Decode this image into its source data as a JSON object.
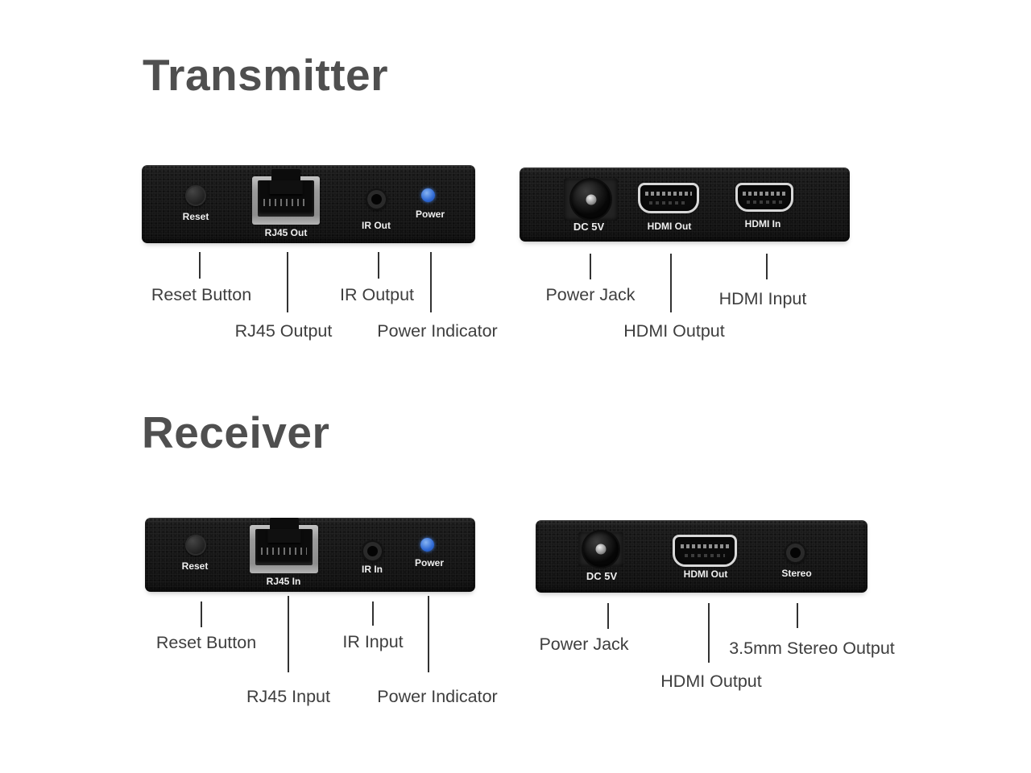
{
  "transmitter": {
    "title": "Transmitter",
    "front_panel": {
      "reset": "Reset",
      "rj45": "RJ45 Out",
      "ir": "IR Out",
      "power": "Power"
    },
    "rear_panel": {
      "dc": "DC 5V",
      "hdmi_out": "HDMI Out",
      "hdmi_in": "HDMI In"
    },
    "callouts": {
      "reset": "Reset Button",
      "rj45": "RJ45 Output",
      "ir": "IR Output",
      "power": "Power Indicator",
      "power_jack": "Power Jack",
      "hdmi_out": "HDMI Output",
      "hdmi_in": "HDMI Input"
    }
  },
  "receiver": {
    "title": "Receiver",
    "front_panel": {
      "reset": "Reset",
      "rj45": "RJ45 In",
      "ir": "IR In",
      "power": "Power"
    },
    "rear_panel": {
      "dc": "DC 5V",
      "hdmi_out": "HDMI Out",
      "stereo": "Stereo"
    },
    "callouts": {
      "reset": "Reset Button",
      "rj45": "RJ45 Input",
      "ir": "IR Input",
      "power": "Power Indicator",
      "power_jack": "Power Jack",
      "hdmi_out": "HDMI Output",
      "stereo": "3.5mm Stereo Output"
    }
  },
  "colors": {
    "heading_text": "#4f4f4f",
    "callout_text": "#3e3e3e",
    "panel_black": "#151515",
    "panel_label_text": "#efefef",
    "power_led_blue": "#2c66d2",
    "rj45_frame_silver": "#9a9a9a",
    "hdmi_outline": "#d8d8d8",
    "background": "#ffffff"
  }
}
